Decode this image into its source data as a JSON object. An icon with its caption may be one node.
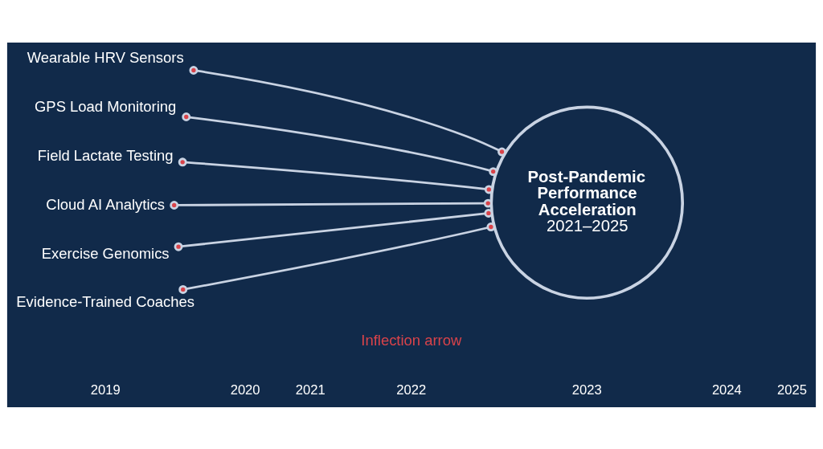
{
  "diagram": {
    "nodes": [
      {
        "text": [
          "Wearable HRV Sensors"
        ]
      },
      {
        "text": [
          "GPS Load Monitoring"
        ]
      },
      {
        "text": [
          "Field Lactate Testing"
        ]
      },
      {
        "text": [
          "Cloud AI Analytics"
        ]
      },
      {
        "text": [
          "Exercise Genomics"
        ]
      },
      {
        "text": [
          "Evidence-Trained Coaches"
        ]
      },
      {
        "text": [
          "Post-Pandemic Performance Acceleration",
          "2021–2025"
        ]
      }
    ],
    "edges": [
      {
        "from": 0,
        "to": 6,
        "arrow": "other"
      },
      {
        "from": 1,
        "to": 6,
        "arrow": "other"
      },
      {
        "from": 2,
        "to": 6,
        "arrow": "other"
      },
      {
        "from": 3,
        "to": 6,
        "arrow": "other"
      },
      {
        "from": 4,
        "to": 6,
        "arrow": "other"
      },
      {
        "from": 5,
        "to": 6,
        "arrow": "other"
      }
    ],
    "labels": [
      "Inflection arrow",
      "2019",
      "2020",
      "2021",
      "2022",
      "2023",
      "2024",
      "2025"
    ]
  }
}
